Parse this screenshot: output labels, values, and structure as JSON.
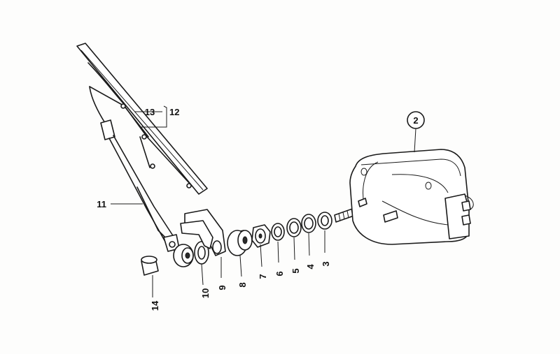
{
  "figure": {
    "callouts": [
      {
        "id": "2",
        "text": "2"
      },
      {
        "id": "3",
        "text": "3"
      },
      {
        "id": "4",
        "text": "4"
      },
      {
        "id": "5",
        "text": "5"
      },
      {
        "id": "6",
        "text": "6"
      },
      {
        "id": "7",
        "text": "7"
      },
      {
        "id": "8",
        "text": "8"
      },
      {
        "id": "9",
        "text": "9"
      },
      {
        "id": "10",
        "text": "10"
      },
      {
        "id": "11",
        "text": "11"
      },
      {
        "id": "12",
        "text": "12"
      },
      {
        "id": "13",
        "text": "13"
      },
      {
        "id": "14",
        "text": "14"
      }
    ]
  }
}
